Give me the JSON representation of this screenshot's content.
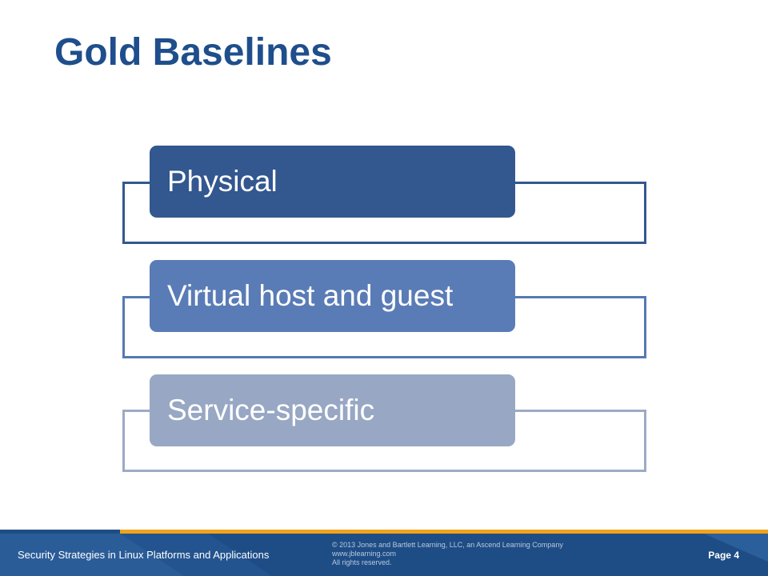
{
  "slide": {
    "title": "Gold Baselines",
    "items": [
      {
        "label": "Physical"
      },
      {
        "label": "Virtual host and guest"
      },
      {
        "label": "Service-specific"
      }
    ]
  },
  "footer": {
    "course_title": "Security Strategies in Linux Platforms and Applications",
    "copyright_line1": "© 2013 Jones and Bartlett Learning, LLC, an Ascend Learning Company",
    "copyright_line2": "www.jblearning.com",
    "copyright_line3": "All rights reserved.",
    "page_label": "Page 4"
  },
  "colors": {
    "title": "#1f4e8c",
    "item1": "#33578f",
    "item2": "#5a7cb6",
    "item3": "#98a7c3",
    "footer_bg": "#1e4d86",
    "footer_accent": "#f0a31b"
  }
}
